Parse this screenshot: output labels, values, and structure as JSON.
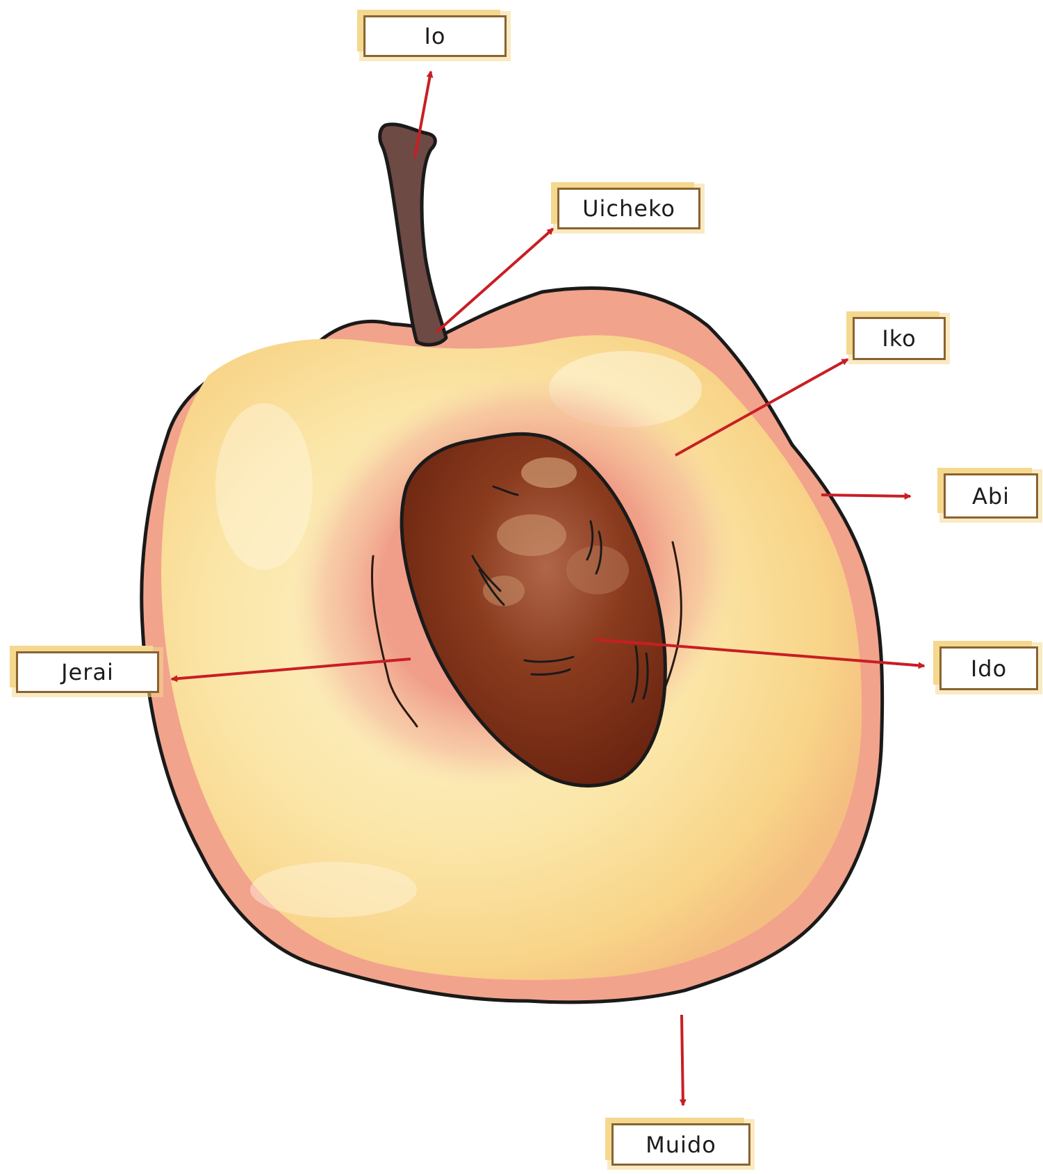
{
  "labels": {
    "io": "Io",
    "uicheko": "Uicheko",
    "iko": "Iko",
    "abi": "Abi",
    "jerai": "Jerai",
    "ido": "Ido",
    "muido": "Muido"
  },
  "colors": {
    "arrow": "#c81e24",
    "outline": "#1a1a1a",
    "skin": "#f2a38c",
    "flesh": "#fbe2a0",
    "flesh_light": "#fdf0c8",
    "stone": "#7a2f14",
    "stem": "#6e4a44",
    "label_border": "#8a6232",
    "label_shadow": "#f4d88e"
  }
}
